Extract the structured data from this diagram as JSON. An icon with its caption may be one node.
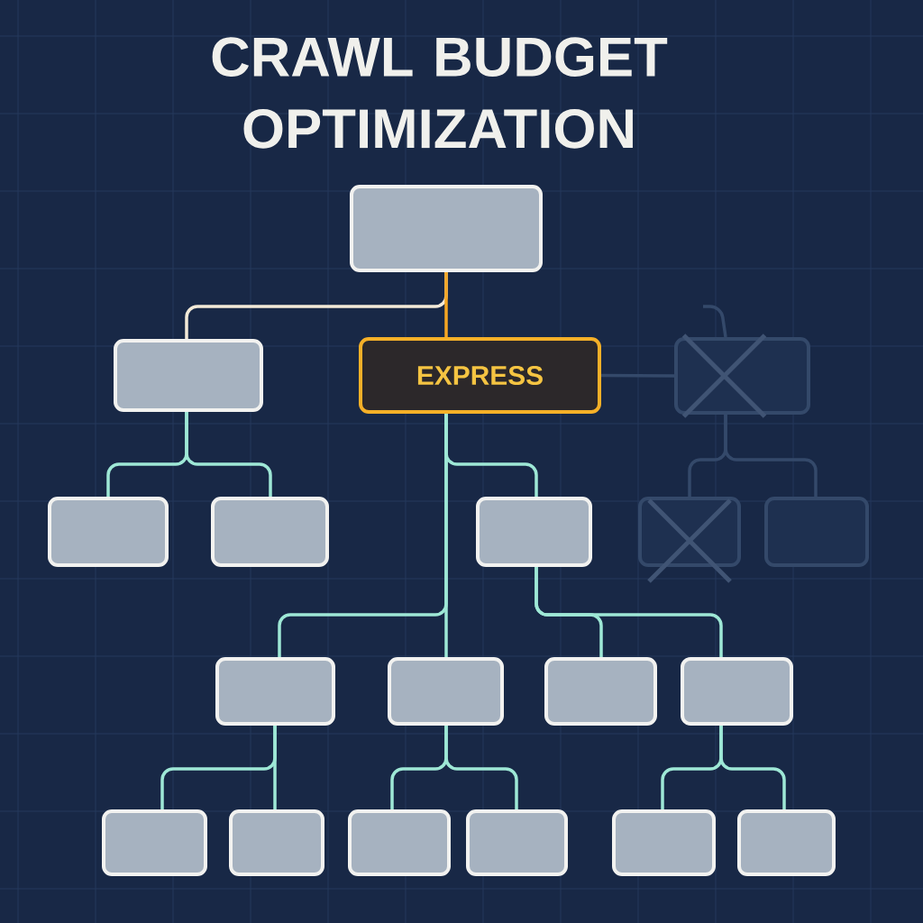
{
  "diagram": {
    "title": "CRAWL BUDGET OPTIMIZATION",
    "nodes": [
      {
        "text": [],
        "shape": "box"
      },
      {
        "text": [],
        "shape": "box"
      },
      {
        "text": [
          "EXPRESS"
        ]
      },
      {
        "text": [],
        "shape": "box"
      },
      {
        "text": [],
        "shape": "box"
      },
      {
        "text": [],
        "shape": "box"
      },
      {
        "text": [],
        "shape": "box"
      },
      {
        "text": [],
        "shape": "box"
      },
      {
        "text": [],
        "shape": "box"
      },
      {
        "text": [],
        "shape": "box"
      },
      {
        "text": [],
        "shape": "box"
      },
      {
        "text": [],
        "shape": "box"
      },
      {
        "text": [],
        "shape": "box"
      },
      {
        "text": [],
        "shape": "box"
      },
      {
        "text": [],
        "shape": "box"
      },
      {
        "text": [],
        "shape": "box"
      },
      {
        "text": [],
        "shape": "box"
      },
      {
        "text": [],
        "shape": "box"
      },
      {
        "text": [],
        "shape": "box"
      }
    ],
    "edges": [
      {
        "from": 0,
        "to": 1,
        "arrow": "none",
        "color": "#f3ead8"
      },
      {
        "from": 0,
        "to": 2,
        "arrow": "none",
        "color": "#f5a623"
      },
      {
        "from": 2,
        "to": 3,
        "arrow": "none",
        "color": "#34496a"
      },
      {
        "from": null,
        "to": 3,
        "arrow": "none",
        "color": "#34496a"
      },
      {
        "from": 1,
        "to": 4,
        "arrow": "none"
      },
      {
        "from": 1,
        "to": 5,
        "arrow": "none"
      },
      {
        "from": 2,
        "to": 6,
        "arrow": "none"
      },
      {
        "from": 2,
        "to": 9,
        "arrow": "none"
      },
      {
        "from": 2,
        "to": 10,
        "arrow": "none"
      },
      {
        "from": 6,
        "to": 11,
        "arrow": "none"
      },
      {
        "from": 6,
        "to": 12,
        "arrow": "none"
      },
      {
        "from": 3,
        "to": 7,
        "arrow": "none",
        "color": "#34496a"
      },
      {
        "from": 3,
        "to": 8,
        "arrow": "none",
        "color": "#34496a"
      },
      {
        "from": 9,
        "to": 13,
        "arrow": "none"
      },
      {
        "from": 9,
        "to": 14,
        "arrow": "none"
      },
      {
        "from": 10,
        "to": 15,
        "arrow": "none"
      },
      {
        "from": 10,
        "to": 16,
        "arrow": "none"
      },
      {
        "from": 12,
        "to": 17,
        "arrow": "none"
      },
      {
        "from": 12,
        "to": 18,
        "arrow": "none"
      }
    ]
  }
}
